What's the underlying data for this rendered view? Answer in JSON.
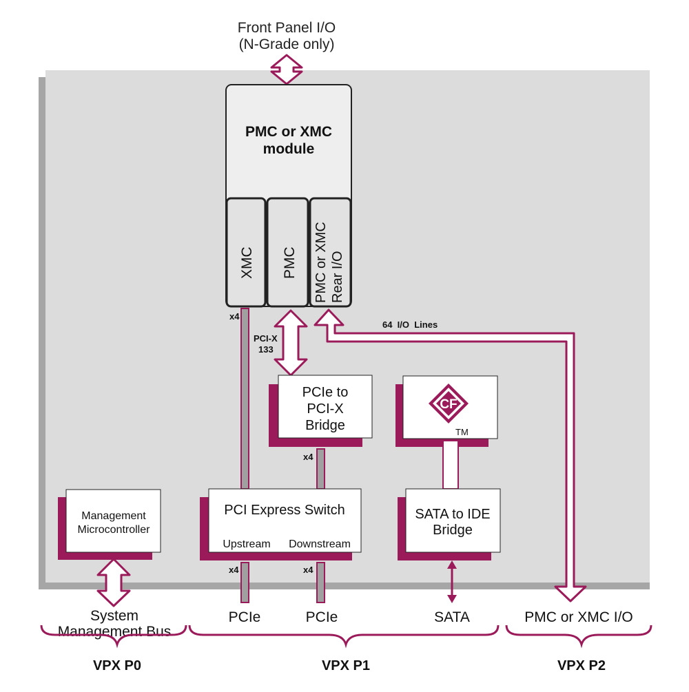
{
  "front_panel": {
    "line1": "Front Panel I/O",
    "line2": "(N-Grade only)"
  },
  "pmc_module": {
    "title_line1": "PMC or XMC",
    "title_line2": "module",
    "slots": [
      {
        "label": "XMC"
      },
      {
        "label": "PMC"
      },
      {
        "label_line1": "PMC or XMC",
        "label_line2": "Rear I/O"
      }
    ]
  },
  "links": {
    "xmc_width": "x4",
    "pcix_line1": "PCI-X",
    "pcix_line2": "133",
    "io_lines": "64  I/O  Lines",
    "bridge_down_width": "x4",
    "upstream_width": "x4",
    "downstream_width": "x4"
  },
  "bridge": {
    "line1": "PCIe to",
    "line2": "PCI-X",
    "line3": "Bridge"
  },
  "compactflash": {
    "logo": "CF",
    "tm": "TM",
    "icon": "compactflash-logo"
  },
  "sata_bridge": {
    "line1": "SATA to IDE",
    "line2": "Bridge"
  },
  "pcie_switch": {
    "title": "PCI Express Switch",
    "port_up": "Upstream",
    "port_down": "Downstream"
  },
  "mgmt": {
    "line1": "Management",
    "line2": "Microcontroller"
  },
  "bottom_labels": {
    "smb_line1": "System",
    "smb_line2": "Management Bus",
    "pcie_up": "PCIe",
    "pcie_down": "PCIe",
    "sata": "SATA",
    "pmc_io": "PMC or XMC I/O"
  },
  "connectors": {
    "p0": "VPX P0",
    "p1": "VPX P1",
    "p2": "VPX P2"
  },
  "colors": {
    "accent": "#9b1b5a",
    "board": "#dcdcdc",
    "board_shadow": "#a6a6a6",
    "module_fill": "#eeeeee",
    "bus": "#a0a0a0"
  }
}
